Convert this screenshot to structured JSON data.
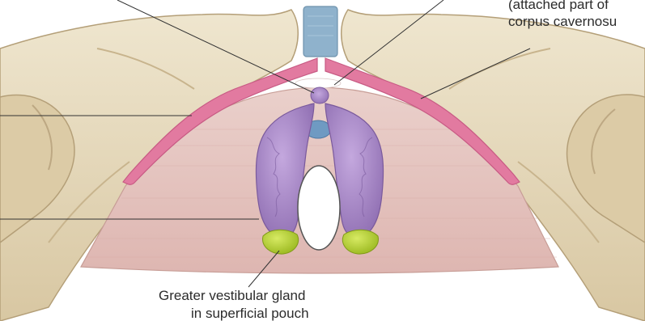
{
  "labels": {
    "top_right_line1": "(attached part of",
    "top_right_line2": "corpus cavernosu",
    "bottom_line1": "Greater vestibular gland",
    "bottom_line2": "in superficial pouch"
  },
  "colors": {
    "bone": "#e8dcc0",
    "bone_shadow": "#c9b48e",
    "membrane": "#e6c7c2",
    "crus": "#e27aa0",
    "bulb": "#a88bc8",
    "gland": "#b8d234",
    "ligament": "#8fb2cc",
    "vagina_opening": "#ffffff",
    "leader_line": "#333333"
  }
}
